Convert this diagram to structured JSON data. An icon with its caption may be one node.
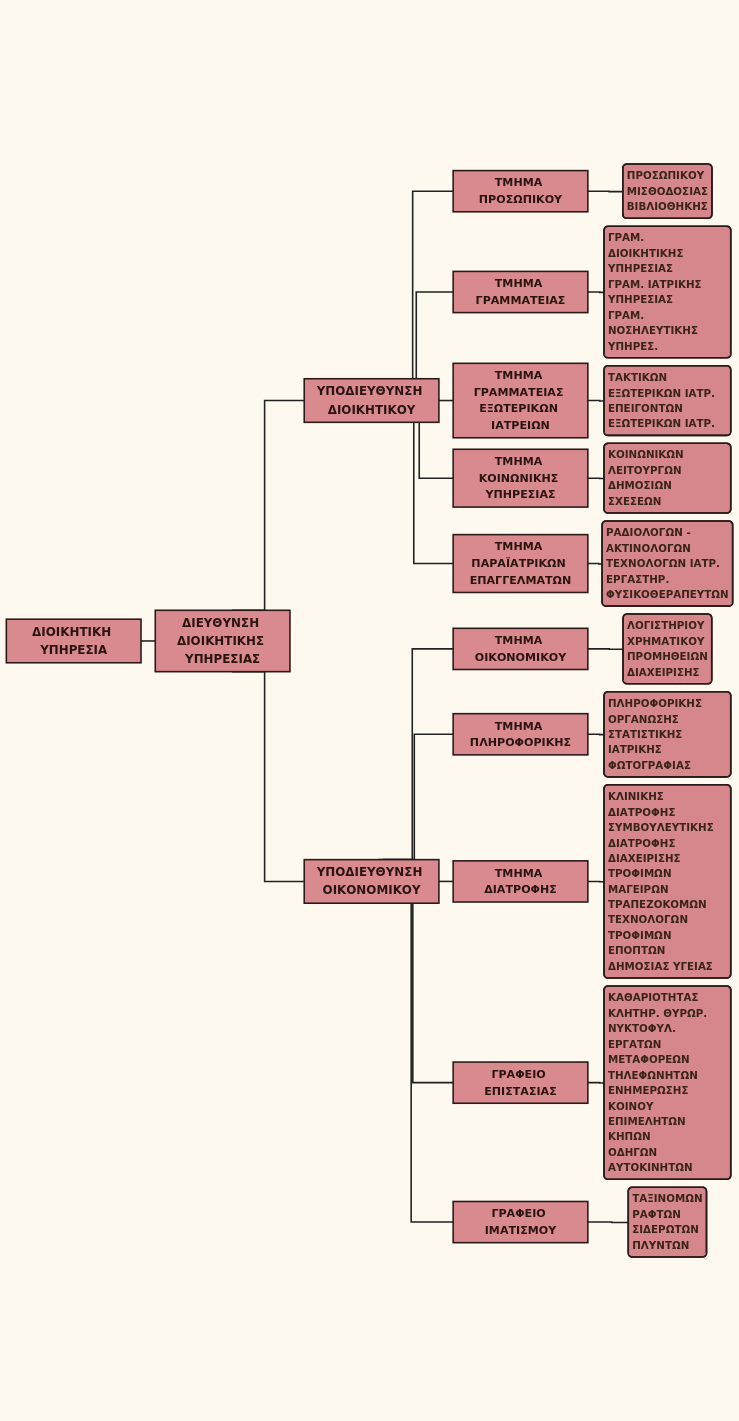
{
  "diagram": {
    "nodes": [
      {
        "text": [
          "ΔΙΟΙΚΗΤΙΚΗ ΥΠΗΡΕΣΙΑ"
        ]
      },
      {
        "text": [
          "ΔΙΕΥΘΥΝΣΗ ΔΙΟΙΚΗΤΙΚΗΣ ΥΠΗΡΕΣΙΑΣ"
        ]
      },
      {
        "text": [
          "ΥΠΟΔΙΕΥΘΥΝΣΗ ΔΙΟΙΚΗΤΙΚΟΥ"
        ]
      },
      {
        "text": [
          "ΤΜΗΜΑ ΠΡΟΣΩΠΙΚΟΥ"
        ]
      },
      {
        "text": [
          "ΠΡΟΣΩΠΙΚΟΥ",
          "ΜΙΣΘΟΔΟΣΙΑΣ",
          "ΒΙΒΛΙΟΘΗΚΗΣ"
        ]
      },
      {
        "text": [
          "ΤΜΗΜΑ ΓΡΑΜΜΑΤΕΙΑΣ"
        ]
      },
      {
        "text": [
          "ΓΡΑΜ. ΔΙΟΙΚΗΤΙΚΗΣ ΥΠΗΡΕΣΙΑΣ",
          "ΓΡΑΜ. ΙΑΤΡΙΚΗΣ ΥΠΗΡΕΣΙΑΣ",
          "ΓΡΑΜ. ΝΟΣΗΛΕΥΤΙΚΗΣ ΥΠΗΡΕΣ."
        ]
      },
      {
        "text": [
          "ΤΜΗΜΑ ΓΡΑΜΜΑΤΕΙΑΣ ΕΞΩΤΕΡΙΚΩΝ ΙΑΤΡΕΙΩΝ"
        ]
      },
      {
        "text": [
          "ΤΑΚΤΙΚΩΝ ΕΞΩΤΕΡΙΚΩΝ ΙΑΤΡ.",
          "ΕΠΕΙΓΟΝΤΩΝ ΕΞΩΤΕΡΙΚΩΝ ΙΑΤΡ."
        ]
      },
      {
        "text": [
          "ΤΜΗΜΑ ΚΟΙΝΩΝΙΚΗΣ ΥΠΗΡΕΣΙΑΣ"
        ]
      },
      {
        "text": [
          "ΚΟΙΝΩΝΙΚΩΝ ΛΕΙΤΟΥΡΓΩΝ",
          "ΔΗΜΟΣΙΩΝ ΣΧΕΣΕΩΝ"
        ]
      },
      {
        "text": [
          "ΤΜΗΜΑ ΠΑΡΑΪΑΤΡΙΚΩΝ ΕΠΑΓΓΕΛΜΑΤΩΝ"
        ]
      },
      {
        "text": [
          "ΡΑΔΙΟΛΟΓΩΝ - ΑΚΤΙΝΟΛΟΓΩΝ",
          "ΤΕΧΝΟΛΟΓΩΝ ΙΑΤΡ. ΕΡΓΑΣΤΗΡ.",
          "ΦΥΣΙΚΟΘΕΡΑΠΕΥΤΩΝ"
        ]
      },
      {
        "text": [
          "ΥΠΟΔΙΕΥΘΥΝΣΗ ΟΙΚΟΝΟΜΙΚΟΥ"
        ]
      },
      {
        "text": [
          "ΤΜΗΜΑ ΟΙΚΟΝΟΜΙΚΟΥ"
        ]
      },
      {
        "text": [
          "ΛΟΓΙΣΤΗΡΙΟΥ",
          "ΧΡΗΜΑΤΙΚΟΥ",
          "ΠΡΟΜΗΘΕΙΩΝ",
          "ΔΙΑΧΕΙΡΙΣΗΣ"
        ]
      },
      {
        "text": [
          "ΤΜΗΜΑ ΠΛΗΡΟΦΟΡΙΚΗΣ"
        ]
      },
      {
        "text": [
          "ΠΛΗΡΟΦΟΡΙΚΗΣ ΟΡΓΑΝΩΣΗΣ",
          "ΣΤΑΤΙΣΤΙΚΗΣ",
          "ΙΑΤΡΙΚΗΣ ΦΩΤΟΓΡΑΦΙΑΣ"
        ]
      },
      {
        "text": [
          "ΤΜΗΜΑ ΔΙΑΤΡΟΦΗΣ"
        ]
      },
      {
        "text": [
          "ΚΛΙΝΙΚΗΣ ΔΙΑΤΡΟΦΗΣ",
          "ΣΥΜΒΟΥΛΕΥΤΙΚΗΣ ΔΙΑΤΡΟΦΗΣ",
          "ΔΙΑΧΕΙΡΙΣΗΣ ΤΡΟΦΙΜΩΝ",
          "ΜΑΓΕΙΡΩΝ ΤΡΑΠΕΖΟΚΟΜΩΝ",
          "ΤΕΧΝΟΛΟΓΩΝ ΤΡΟΦΙΜΩΝ",
          "ΕΠΟΠΤΩΝ ΔΗΜΟΣΙΑΣ ΥΓΕΙΑΣ"
        ]
      },
      {
        "text": [
          "ΓΡΑΦΕΙΟ ΕΠΙΣΤΑΣΙΑΣ"
        ]
      },
      {
        "text": [
          "ΚΑΘΑΡΙΟΤΗΤΑΣ",
          "ΚΛΗΤΗΡ. ΘΥΡΩΡ. ΝΥΚΤΟΦΥΛ.",
          "ΕΡΓΑΤΩΝ ΜΕΤΑΦΟΡΕΩΝ",
          "ΤΗΛΕΦΩΝΗΤΩΝ",
          "ΕΝΗΜΕΡΩΣΗΣ ΚΟΙΝΟΥ",
          "ΕΠΙΜΕΛΗΤΩΝ ΚΗΠΩΝ",
          "ΟΔΗΓΩΝ ΑΥΤΟΚΙΝΗΤΩΝ"
        ]
      },
      {
        "text": [
          "ΓΡΑΦΕΙΟ ΙΜΑΤΙΣΜΟΥ"
        ]
      },
      {
        "text": [
          "ΤΑΞΙΝΟΜΩΝ",
          "ΡΑΦΤΩΝ",
          "ΣΙΔΕΡΩΤΩΝ",
          "ΠΛΥΝΤΩΝ"
        ]
      }
    ],
    "edges": [
      {
        "from": 0,
        "to": 1,
        "arrow": "none"
      },
      {
        "from": 1,
        "to": 2,
        "arrow": "none"
      },
      {
        "from": 1,
        "to": 13,
        "arrow": "none"
      },
      {
        "from": 2,
        "to": 3,
        "arrow": "none"
      },
      {
        "from": 2,
        "to": 5,
        "arrow": "none"
      },
      {
        "from": 2,
        "to": 7,
        "arrow": "none"
      },
      {
        "from": 2,
        "to": 9,
        "arrow": "none"
      },
      {
        "from": 2,
        "to": 11,
        "arrow": "none"
      },
      {
        "from": 3,
        "to": 4,
        "arrow": "none"
      },
      {
        "from": 5,
        "to": 6,
        "arrow": "none"
      },
      {
        "from": 7,
        "to": 8,
        "arrow": "none"
      },
      {
        "from": 9,
        "to": 10,
        "arrow": "none"
      },
      {
        "from": 11,
        "to": 12,
        "arrow": "none"
      },
      {
        "from": 13,
        "to": 14,
        "arrow": "none"
      },
      {
        "from": 13,
        "to": 16,
        "arrow": "none"
      },
      {
        "from": 13,
        "to": 18,
        "arrow": "none"
      },
      {
        "from": 13,
        "to": 20,
        "arrow": "none"
      },
      {
        "from": 13,
        "to": 22,
        "arrow": "none"
      },
      {
        "from": 14,
        "to": 15,
        "arrow": "none"
      },
      {
        "from": 16,
        "to": 17,
        "arrow": "none"
      },
      {
        "from": 18,
        "to": 19,
        "arrow": "none"
      },
      {
        "from": 20,
        "to": 21,
        "arrow": "none"
      },
      {
        "from": 22,
        "to": 23,
        "arrow": "none"
      }
    ]
  }
}
